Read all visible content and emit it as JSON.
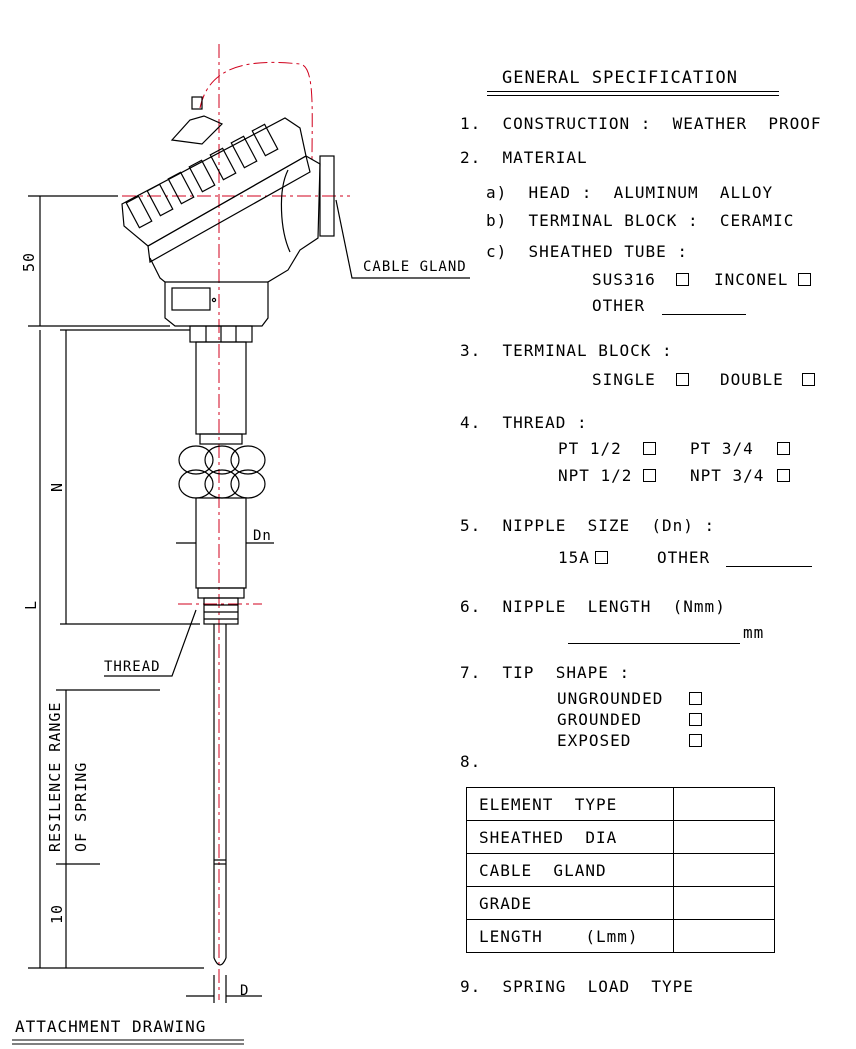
{
  "drawing": {
    "title": "ATTACHMENT DRAWING",
    "labels": {
      "cable_gland": "CABLE GLAND",
      "dim_50": "50",
      "dim_n": "N",
      "dim_l": "L",
      "dim_dn": "Dn",
      "thread": "THREAD",
      "resilence_range": "RESILENCE RANGE",
      "of_spring": "OF SPRING",
      "dim_10": "10",
      "dim_d": "D"
    }
  },
  "spec": {
    "title": "GENERAL SPECIFICATION",
    "construction": "1.  CONSTRUCTION :  WEATHER  PROOF",
    "material": "2.  MATERIAL",
    "head": "a)  HEAD :  ALUMINUM  ALLOY",
    "terminal_block_mat": "b)  TERMINAL BLOCK :  CERAMIC",
    "sheathed_tube": "c)  SHEATHED TUBE :",
    "sus316": "SUS316",
    "inconel": "INCONEL",
    "other_material": "OTHER",
    "terminal_block": "3.  TERMINAL BLOCK :",
    "single": "SINGLE",
    "double": "DOUBLE",
    "thread": "4.  THREAD :",
    "pt12": "PT 1/2",
    "pt34": "PT 3/4",
    "npt12": "NPT 1/2",
    "npt34": "NPT 3/4",
    "nipple_size": "5.  NIPPLE  SIZE  (Dn) :",
    "size_15a": "15A",
    "other_size": "OTHER",
    "nipple_length": "6.  NIPPLE  LENGTH  (Nmm)",
    "mm_unit": "mm",
    "tip_shape": "7.  TIP  SHAPE :",
    "ungrounded": "UNGROUNDED",
    "grounded": "GROUNDED",
    "exposed": "EXPOSED",
    "item8": "8.",
    "table_rows": [
      "ELEMENT  TYPE",
      "SHEATHED  DIA",
      "CABLE  GLAND",
      "GRADE",
      "LENGTH    (Lmm)"
    ],
    "spring_load": "9.  SPRING  LOAD  TYPE"
  }
}
